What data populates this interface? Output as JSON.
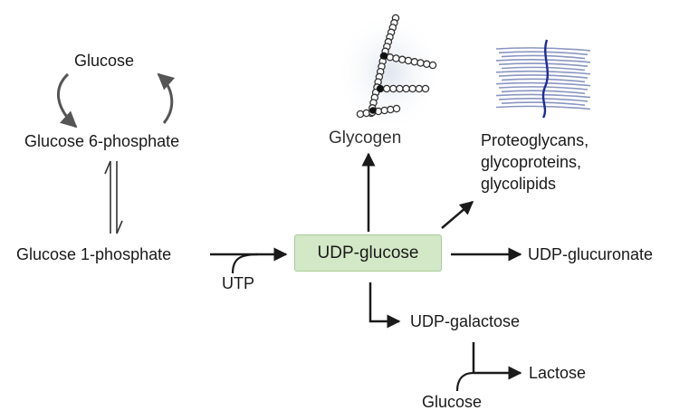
{
  "nodes": {
    "glucose_top": "Glucose",
    "glucose_6_phosphate": "Glucose 6-phosphate",
    "glucose_1_phosphate": "Glucose 1-phosphate",
    "utp": "UTP",
    "udp_glucose": "UDP-glucose",
    "glycogen": "Glycogen",
    "proteoglycans": [
      "Proteoglycans,",
      "glycoproteins,",
      "glycolipids"
    ],
    "udp_glucuronate": "UDP-glucuronate",
    "udp_galactose": "UDP-galactose",
    "lactose": "Lactose",
    "glucose_bottom": "Glucose"
  },
  "icons": [
    "glycogen-chain-icon",
    "proteoglycan-strands-icon"
  ],
  "colors": {
    "box_fill": "#d3e8c6",
    "box_border": "#a9cc98",
    "arrow": "#1a1a1a",
    "cycle_arrow": "#555555",
    "glycogen_bead": "#dfe6ee",
    "glycogen_node": "#111111",
    "strand": "#8a96c0",
    "strand_core": "#1e2c99"
  }
}
